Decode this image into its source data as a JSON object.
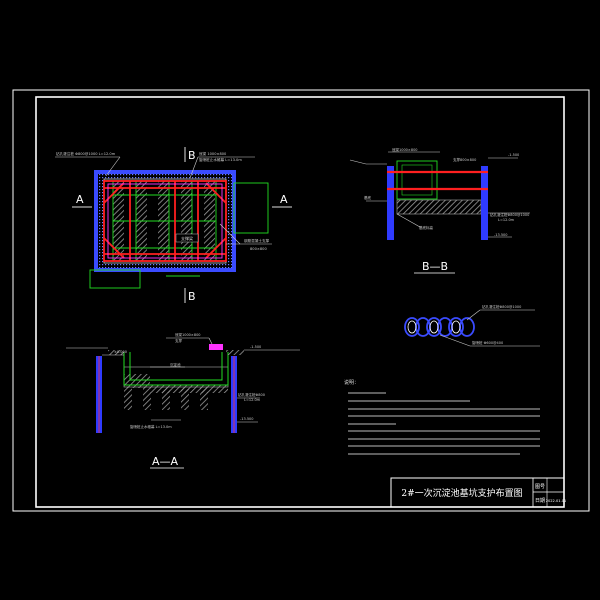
{
  "drawing": {
    "title": "2#一次沉淀池基坑支护布置图",
    "title_block": {
      "drawing_no_label": "图号",
      "date_label": "日期",
      "date_value": "2022.01.01"
    },
    "plan_view": {
      "section_marks": {
        "left": "A",
        "right": "A",
        "top": "B",
        "bottom": "B"
      }
    },
    "section_aa": {
      "caption": "A—A"
    },
    "section_bb": {
      "caption": "B—B"
    },
    "notes": {
      "heading": "说明："
    }
  },
  "colors": {
    "background": "#000000",
    "frame": "#ffffff",
    "pile_wall": "#2f3bff",
    "strut": "#ff2020",
    "grid": "#22dd22",
    "magenta": "#ff33ff",
    "hatch": "#a0a0a0",
    "cyan": "#00e5ff",
    "yellow": "#ffff00"
  }
}
